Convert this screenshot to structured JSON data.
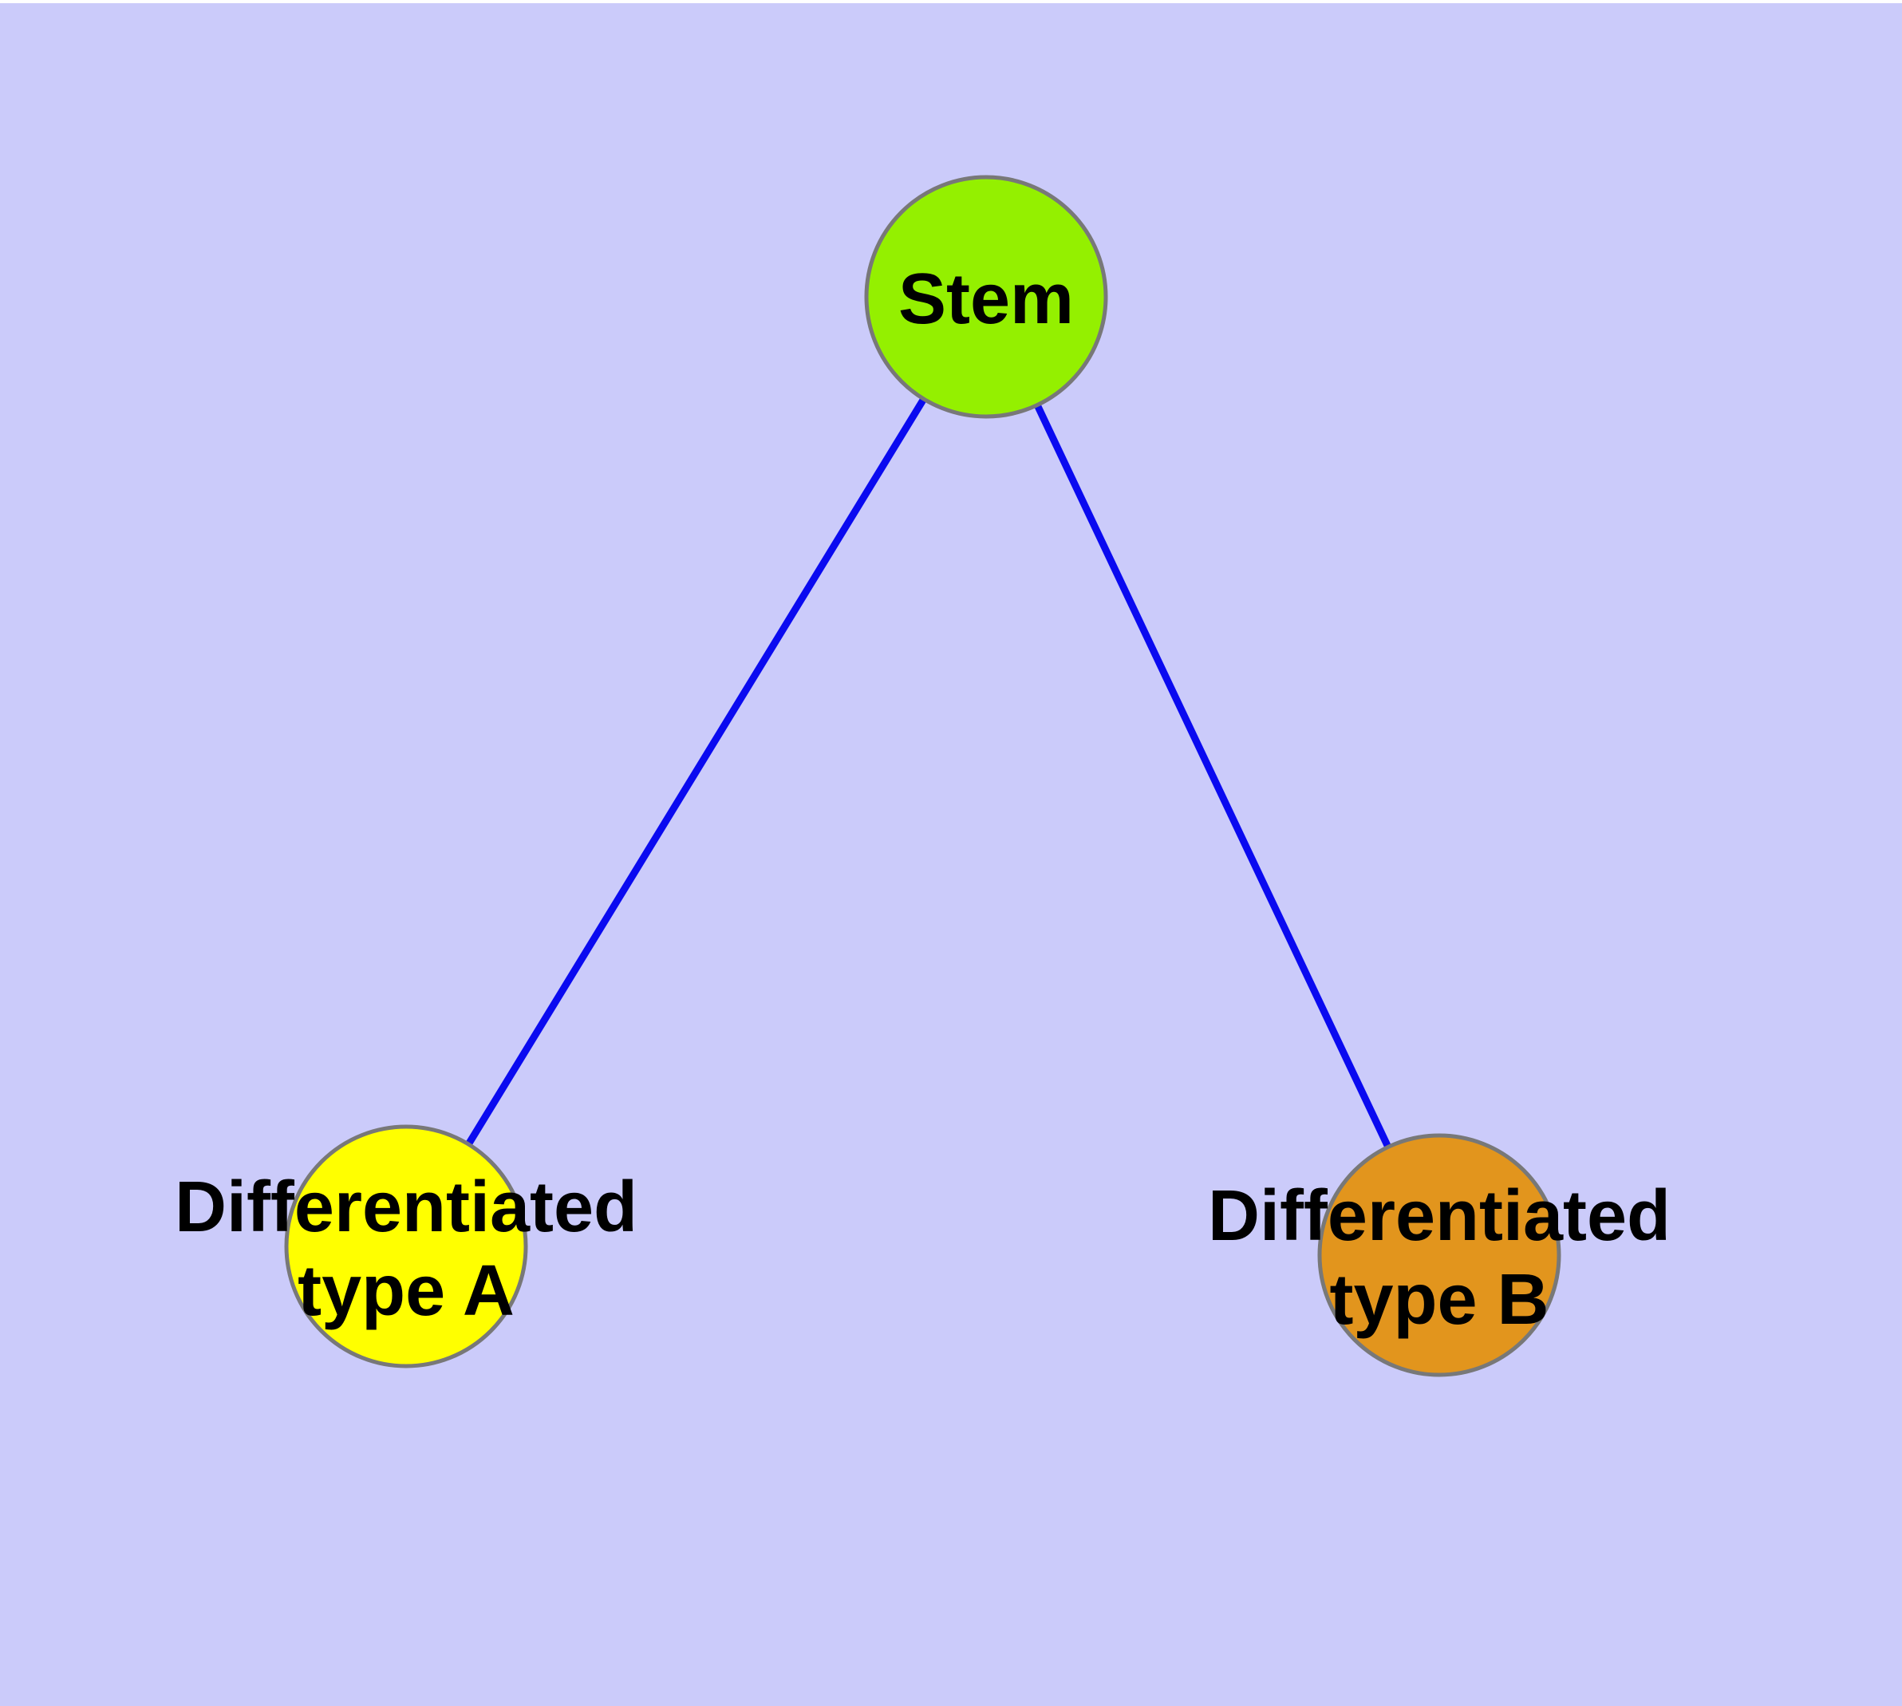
{
  "diagram": {
    "background_color": "#CBCBFA",
    "top_margin_color": "#FFFFFF",
    "edge_color": "#0A0AF0",
    "node_border_color": "#787878",
    "label_color": "#000000",
    "nodes": [
      {
        "id": "stem",
        "label": "Stem",
        "fill_color": "#94F000"
      },
      {
        "id": "differentiated-type-a",
        "label_line1": "Differentiated",
        "label_line2": "type A",
        "fill_color": "#FFFF00"
      },
      {
        "id": "differentiated-type-b",
        "label_line1": "Differentiated",
        "label_line2": "type B",
        "fill_color": "#E2951D"
      }
    ],
    "edges": [
      {
        "from": "Stem",
        "to": "Differentiated type A"
      },
      {
        "from": "Stem",
        "to": "Differentiated type B"
      }
    ]
  }
}
